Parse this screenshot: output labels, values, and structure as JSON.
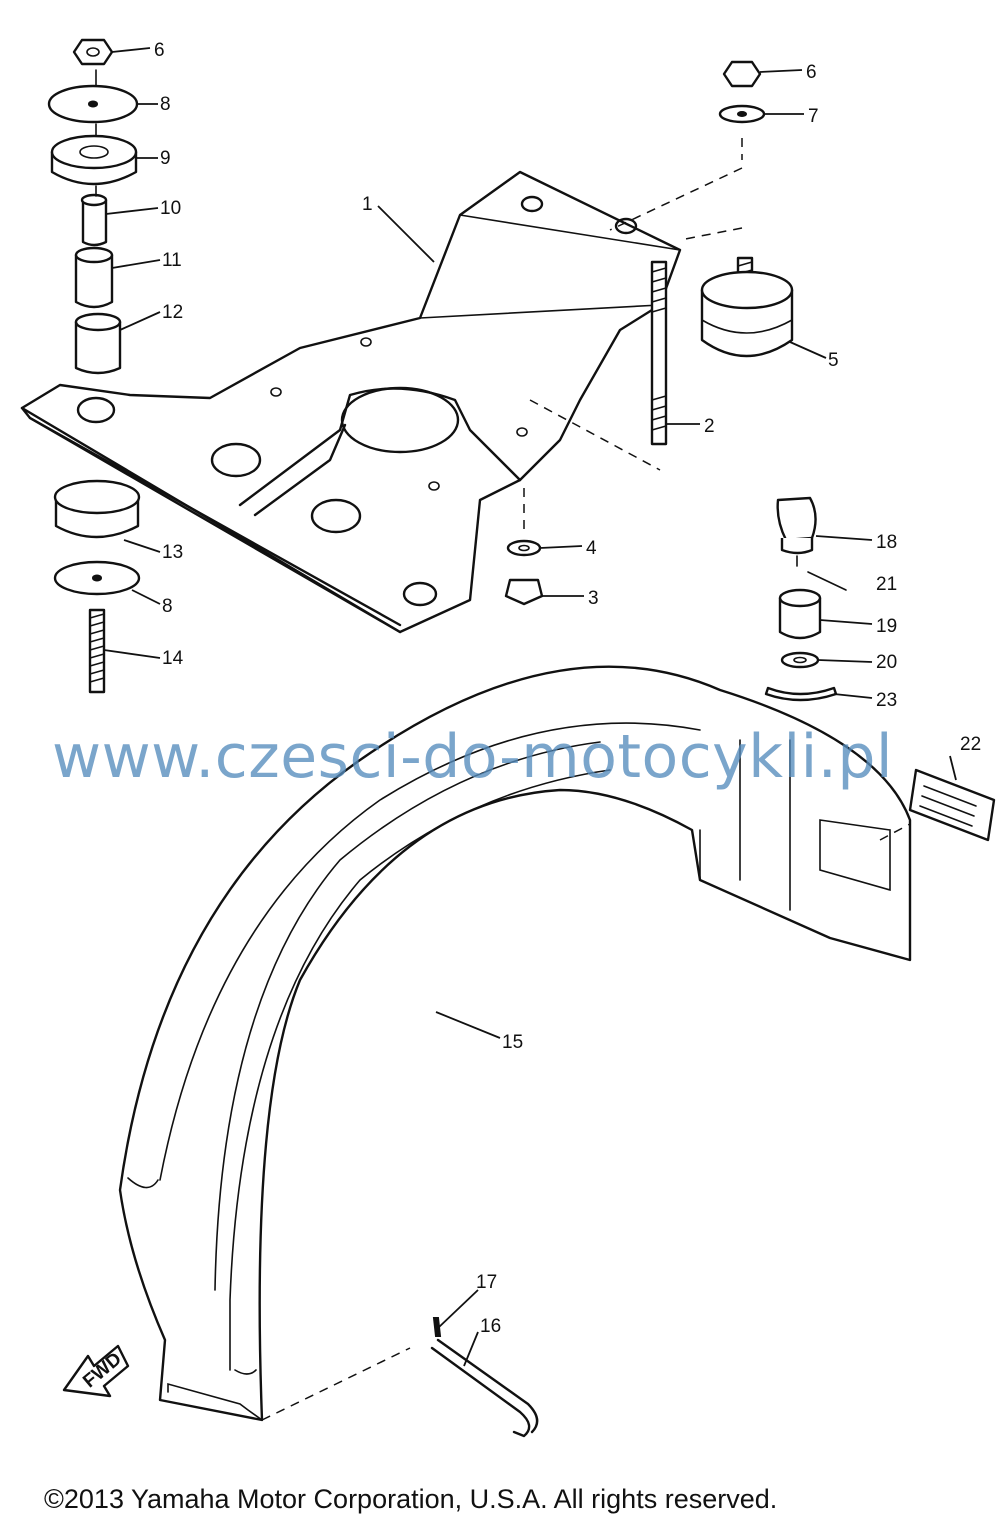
{
  "diagram": {
    "callouts": [
      "6",
      "8",
      "9",
      "10",
      "11",
      "12",
      "13",
      "8",
      "14",
      "1",
      "6",
      "7",
      "5",
      "2",
      "4",
      "3",
      "18",
      "21",
      "19",
      "20",
      "23",
      "22",
      "15",
      "17",
      "16"
    ],
    "fwd_label": "FWD"
  },
  "watermark": "www.czesci-do-motocykli.pl",
  "copyright": "©2013 Yamaha Motor Corporation, U.S.A. All rights reserved.",
  "colors": {
    "line": "#111111",
    "watermark": "#548cbc",
    "background": "#ffffff"
  }
}
